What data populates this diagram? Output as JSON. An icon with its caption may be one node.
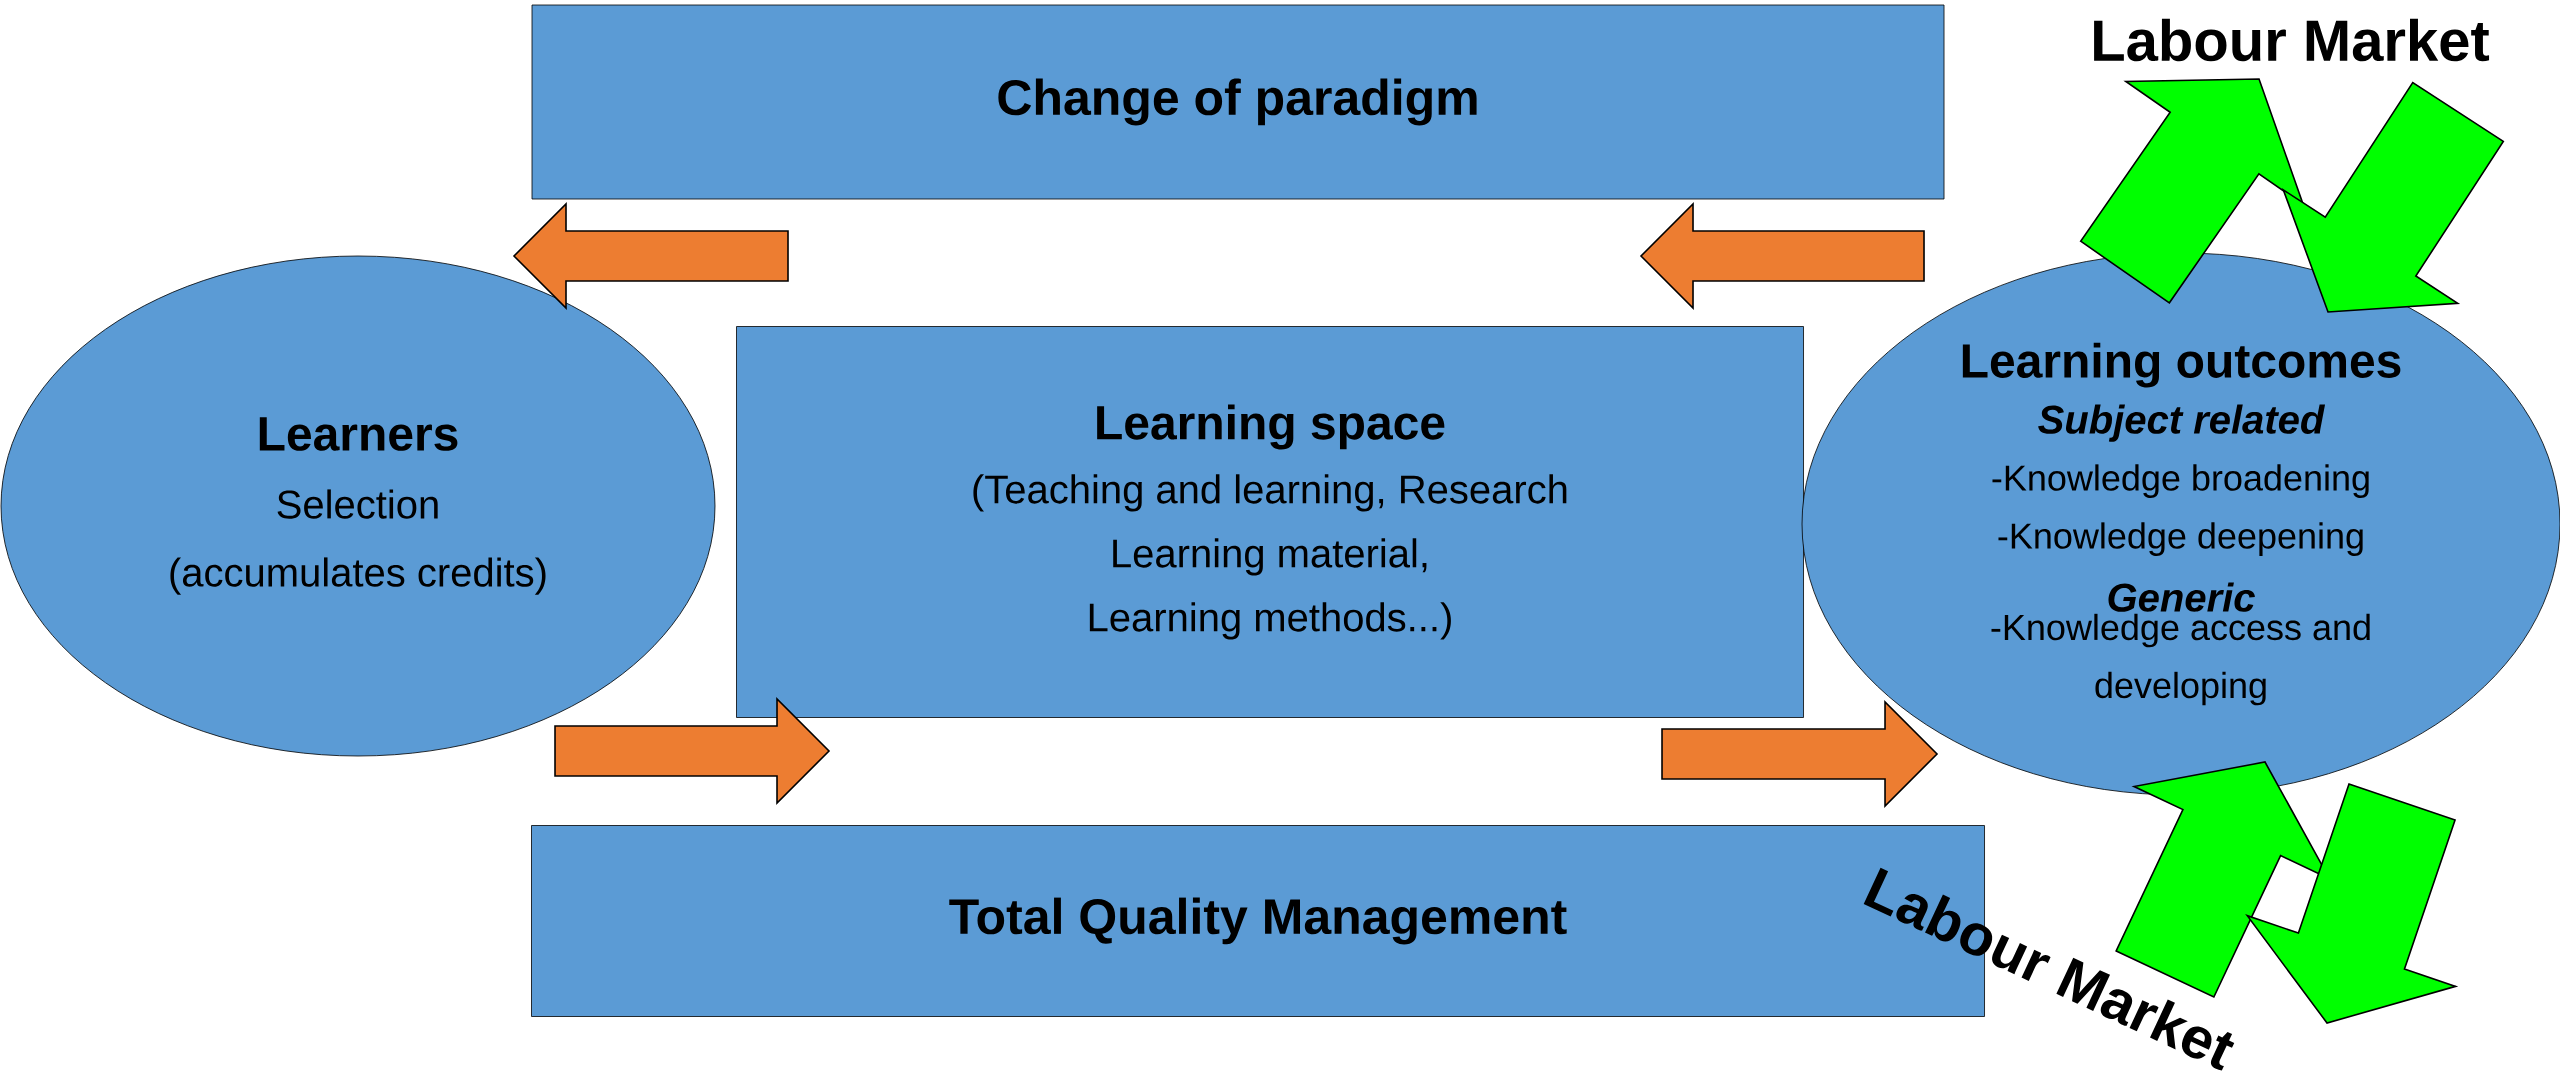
{
  "diagram": {
    "nodes": [
      {
        "text": [
          "Change of paradigm"
        ]
      },
      {
        "text": [
          "Learners",
          "Selection",
          "(accumulates credits)"
        ]
      },
      {
        "text": [
          "Learning space",
          "(Teaching and learning, Research",
          "Learning material,",
          "Learning methods...)"
        ]
      },
      {
        "text": [
          "Learning outcomes",
          "Subject related",
          "-Knowledge broadening",
          "-Knowledge deepening",
          "Generic",
          "-Knowledge access and developing"
        ]
      },
      {
        "text": [
          "Total Quality Management"
        ]
      },
      {
        "text": [
          "Labour Market"
        ]
      },
      {
        "text": [
          "Labour Market"
        ]
      }
    ],
    "edges": [
      {
        "from": 0,
        "to": 1,
        "arrow": "to",
        "color": "#ed7d31"
      },
      {
        "from": 3,
        "to": 0,
        "arrow": "to",
        "color": "#ed7d31"
      },
      {
        "from": 1,
        "to": 2,
        "arrow": "to",
        "color": "#ed7d31"
      },
      {
        "from": 2,
        "to": 3,
        "arrow": "to",
        "color": "#ed7d31"
      },
      {
        "from": 3,
        "to": 5,
        "arrow": "to",
        "color": "#00ff00"
      },
      {
        "from": 5,
        "to": 3,
        "arrow": "to",
        "color": "#00ff00"
      },
      {
        "from": 6,
        "to": 3,
        "arrow": "to",
        "color": "#00ff00"
      },
      {
        "from": 3,
        "to": 6,
        "arrow": "to",
        "color": "#00ff00"
      }
    ]
  }
}
